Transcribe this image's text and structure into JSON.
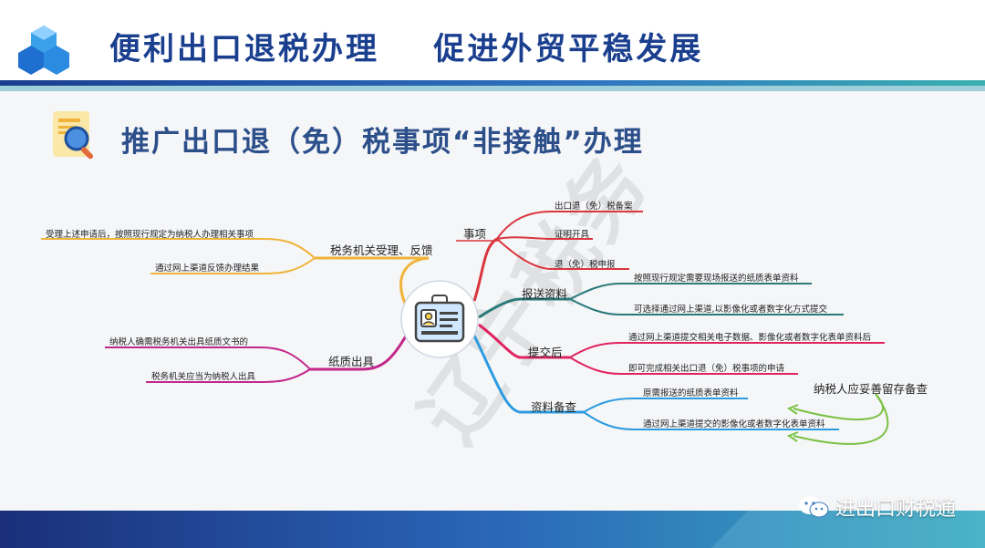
{
  "header": {
    "title": "便利出口退税办理    促进外贸平稳发展",
    "logo": "hexagon-cubes-logo"
  },
  "section": {
    "title": "推广出口退（免）税事项“非接触”办理",
    "icon": "document-magnifier-icon"
  },
  "watermark": "辽宁税务",
  "mindmap": {
    "center_icon": "id-card-icon",
    "branches": {
      "shixiang": {
        "label": "事项",
        "items": [
          "出口退（免）税备案",
          "证明开具",
          "退（免）税申报"
        ]
      },
      "baosong": {
        "label": "报送资料",
        "items": [
          "按照现行规定需要现场报送的纸质表单资料",
          "可选择通过网上渠道,以影像化或者数字化方式提交"
        ]
      },
      "tijiao": {
        "label": "提交后",
        "items": [
          "通过网上渠道提交相关电子数据、影像化或者数字化表单资料后",
          "即可完成相关出口退（免）税事项的申请"
        ]
      },
      "beicha": {
        "label": "资料备查",
        "items": [
          "原需报送的纸质表单资料",
          "通过网上渠道提交的影像化或者数字化表单资料"
        ],
        "callout": "纳税人应妥善留存备查"
      },
      "shouli": {
        "label": "税务机关受理、反馈",
        "items": [
          "受理上述申请后，按照现行规定为纳税人办理相关事项",
          "通过网上渠道反馈办理结果"
        ]
      },
      "zhizhi": {
        "label": "纸质出具",
        "items": [
          "纳税人确需税务机关出具纸质文书的",
          "税务机关应当为纳税人出具"
        ]
      }
    }
  },
  "footer": {
    "wechat_label": "进出口财税通",
    "wechat_icon": "wechat-icon"
  },
  "colors": {
    "shixiang": "#d9363e",
    "baosong": "#2a7a7a",
    "tijiao": "#e0245e",
    "beicha": "#2c9be0",
    "shouli": "#f0b43a",
    "zhizhi": "#c2278a",
    "callout_arrow": "#7ac143"
  }
}
